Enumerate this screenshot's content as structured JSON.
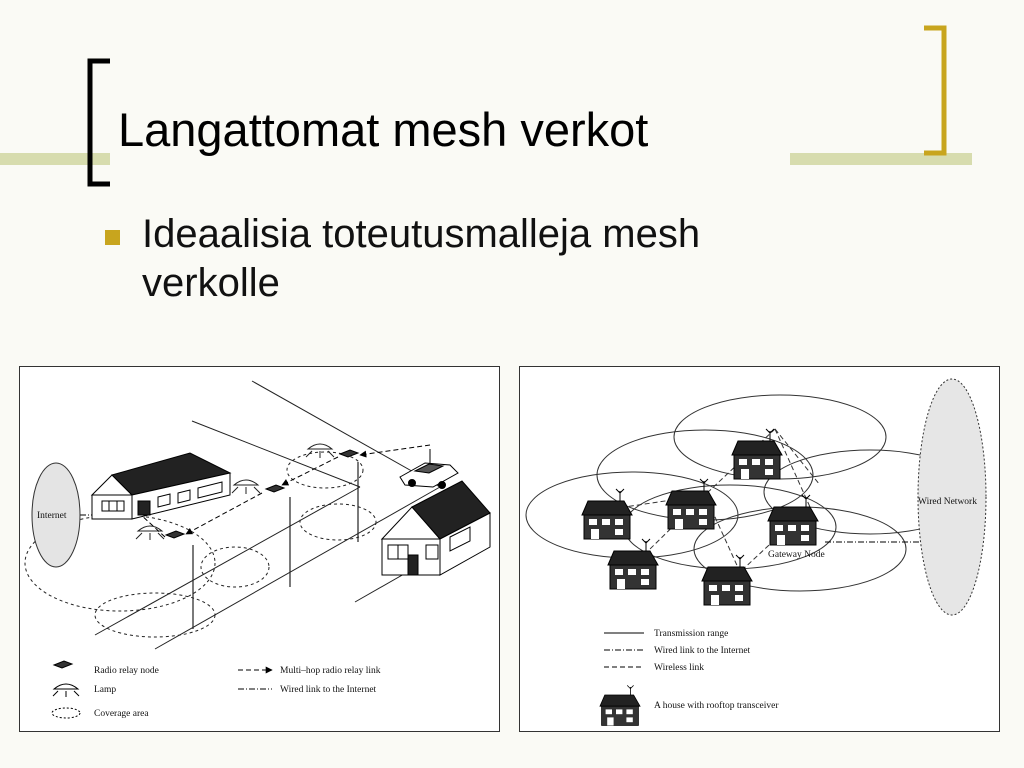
{
  "slide": {
    "title": "Langattomat mesh verkot",
    "bullet": "Ideaalisia toteutusmalleja mesh verkolle"
  },
  "colors": {
    "accent_gold": "#c8a51e",
    "accent_bar": "#d7dcae",
    "background": "#fafaf5"
  },
  "left_diagram": {
    "internet_label": "Internet",
    "legend": [
      {
        "symbol": "relay-node",
        "label": "Radio relay node"
      },
      {
        "symbol": "lamp",
        "label": "Lamp"
      },
      {
        "symbol": "coverage",
        "label": "Coverage area"
      },
      {
        "symbol": "multihop-arrow",
        "label": "Multi–hop radio relay link"
      },
      {
        "symbol": "wired-dashdot",
        "label": "Wired link to the Internet"
      }
    ]
  },
  "right_diagram": {
    "wired_network_label": "Wired Network",
    "gateway_label": "Gateway Node",
    "legend": [
      {
        "symbol": "solid-line",
        "label": "Transmission range"
      },
      {
        "symbol": "dashdot-line",
        "label": "Wired link to the Internet"
      },
      {
        "symbol": "dashed-line",
        "label": "Wireless link"
      },
      {
        "symbol": "house",
        "label": "A house with rooftop transceiver"
      }
    ]
  }
}
